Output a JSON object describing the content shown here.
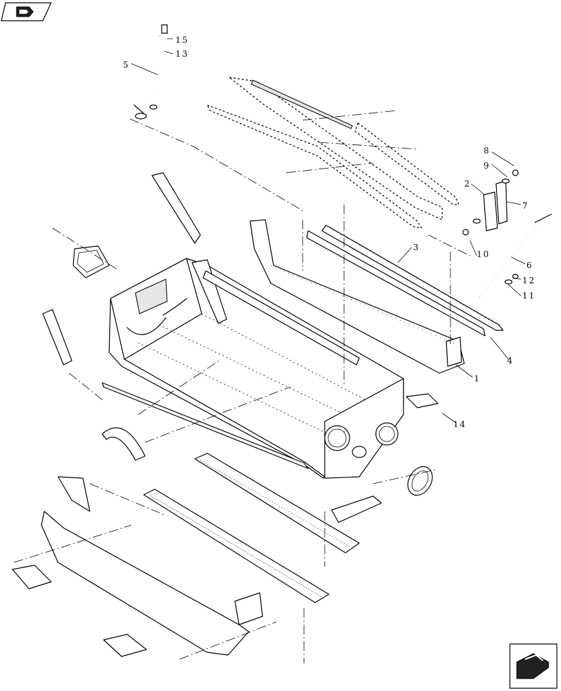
{
  "navigation": {
    "back_icon": "book-return-icon",
    "next_icon": "next-page-arrow-icon"
  },
  "callouts": {
    "c1": "1",
    "c2": "2",
    "c3": "3",
    "c4": "4",
    "c5": "5",
    "c6": "6",
    "c7": "7",
    "c8": "8",
    "c9": "9",
    "c10": "10",
    "c11": "11",
    "c12": "12",
    "c13": "13",
    "c14": "14",
    "c15": "15"
  }
}
